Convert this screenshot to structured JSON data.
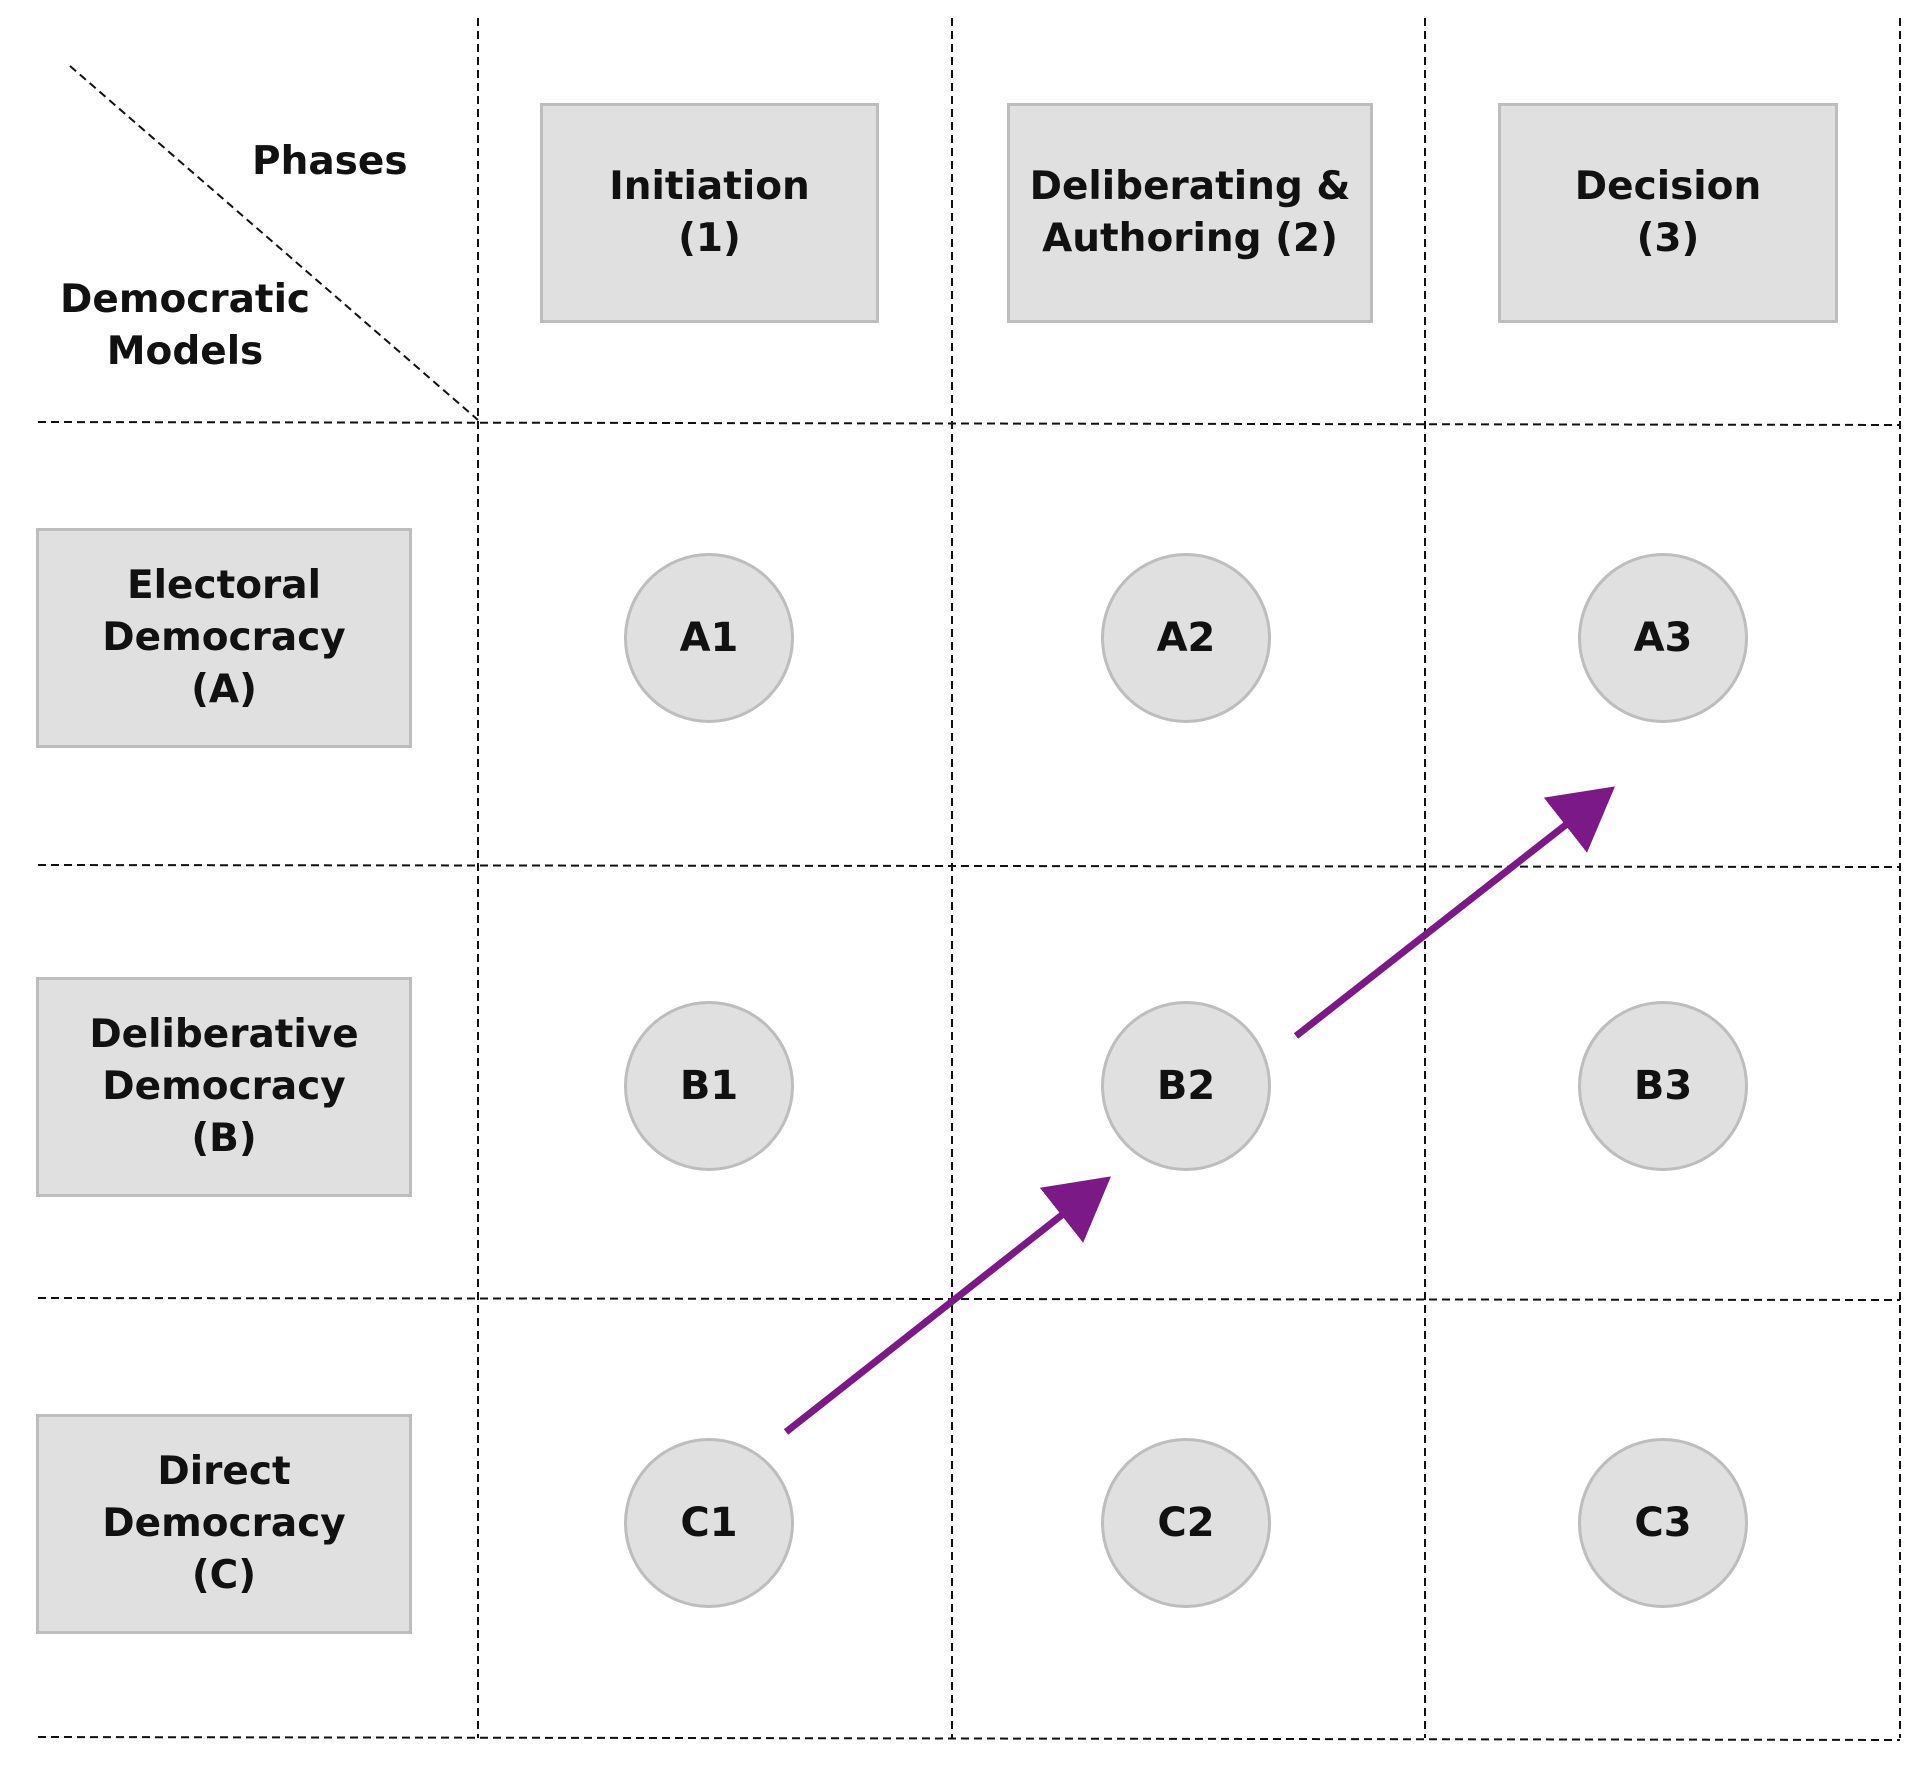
{
  "colors": {
    "box_fill": "#e0e0e0",
    "box_stroke": "#bdbdbd",
    "grid_line": "#111111",
    "arrow": "#7b1a86"
  },
  "header": {
    "phases_label": "Phases",
    "models_label": [
      "Democratic",
      "Models"
    ]
  },
  "phases": [
    {
      "lines": [
        "Initiation",
        "(1)"
      ]
    },
    {
      "lines": [
        "Deliberating &",
        "Authoring (2)"
      ]
    },
    {
      "lines": [
        "Decision",
        "(3)"
      ]
    }
  ],
  "models": [
    {
      "lines": [
        "Electoral",
        "Democracy",
        "(A)"
      ]
    },
    {
      "lines": [
        "Deliberative",
        "Democracy",
        "(B)"
      ]
    },
    {
      "lines": [
        "Direct",
        "Democracy",
        "(C)"
      ]
    }
  ],
  "cells": [
    [
      "A1",
      "A2",
      "A3"
    ],
    [
      "B1",
      "B2",
      "B3"
    ],
    [
      "C1",
      "C2",
      "C3"
    ]
  ],
  "path": {
    "description_nodes": [
      "C1",
      "B2",
      "A3"
    ]
  }
}
